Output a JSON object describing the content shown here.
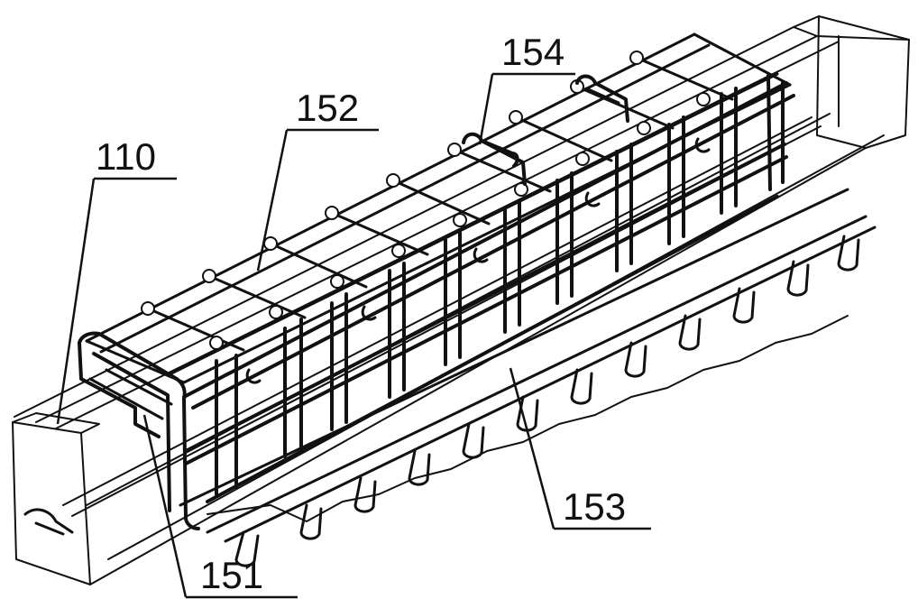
{
  "labels": {
    "part_110": "110",
    "part_151": "151",
    "part_152": "152",
    "part_153": "153",
    "part_154": "154"
  }
}
